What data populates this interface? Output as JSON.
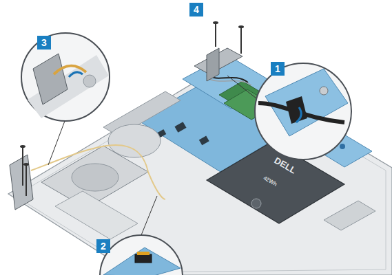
{
  "diagram": {
    "labels": [
      "4",
      "3",
      "1",
      "2",
      "DELL",
      "42Wh"
    ]
  }
}
